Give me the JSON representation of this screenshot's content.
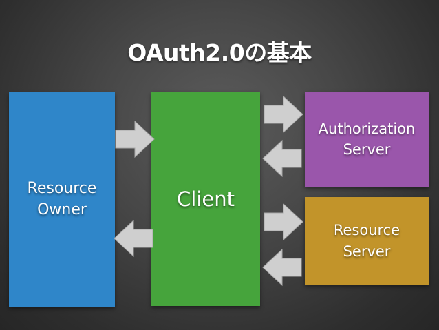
{
  "title": "OAuth2.0の基本",
  "boxes": {
    "resource_owner": "Resource\nOwner",
    "client": "Client",
    "authorization_server": "Authorization\nServer",
    "resource_server": "Resource\nServer"
  },
  "colors": {
    "resource_owner": "#2f86c9",
    "client": "#46a43c",
    "authorization_server": "#9a56ab",
    "resource_server": "#c2942a",
    "arrow": "#cfcfcf"
  }
}
